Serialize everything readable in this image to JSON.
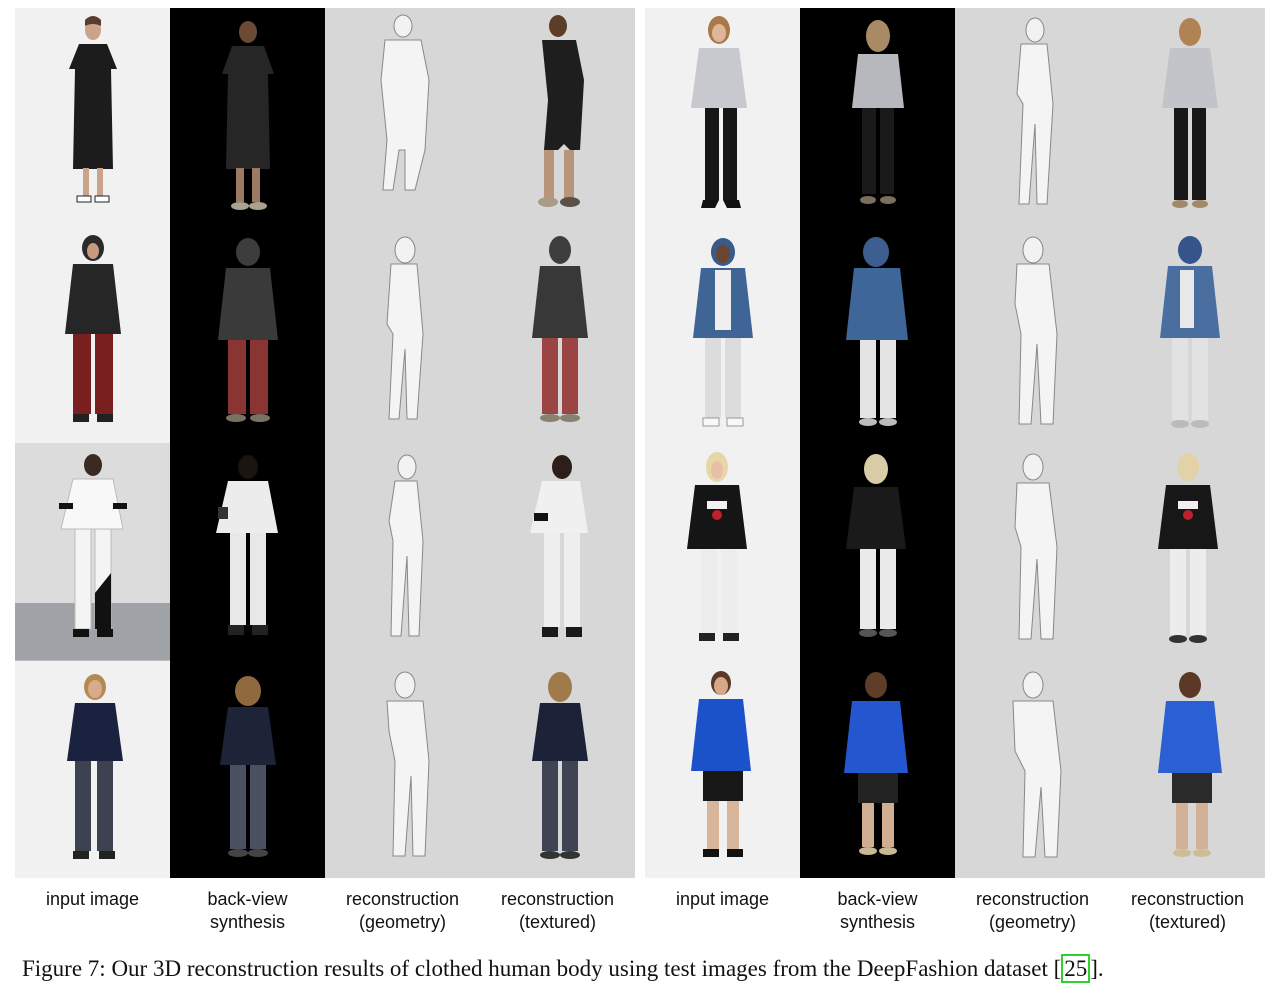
{
  "column_labels_left": [
    "input image",
    "back-view\nsynthesis",
    "reconstruction\n(geometry)",
    "reconstruction\n(textured)"
  ],
  "column_labels_right": [
    "input image",
    "back-view\nsynthesis",
    "reconstruction\n(geometry)",
    "reconstruction\n(textured)"
  ],
  "caption": {
    "prefix": "Figure 7: Our 3D reconstruction results of clothed human body using test images from the DeepFashion dataset [",
    "citation": "25",
    "suffix": "]."
  },
  "colors": {
    "citation_box": "#2fd12f",
    "back_view_background": "#000000",
    "render_background": "#d7d7d7"
  }
}
